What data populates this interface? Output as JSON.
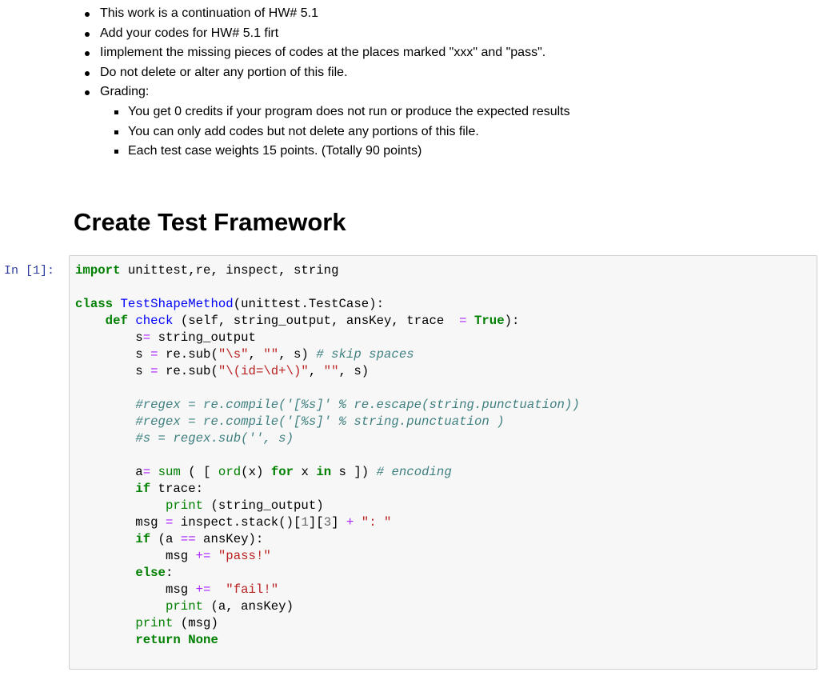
{
  "instructions": {
    "bullets": [
      "This work is a continuation of HW# 5.1",
      "Add your codes for HW# 5.1 firt",
      "Iimplement the missing pieces of codes at the places marked \"xxx\" and \"pass\".",
      "Do not delete or alter any portion of this file.",
      "Grading:"
    ],
    "grading_items": [
      "You get 0 credits if your program does not run or produce the expected results",
      "You can only add codes but not delete any portions of this file.",
      "Each test case weights 15 points. (Totally 90 points)"
    ]
  },
  "section_heading": "Create Test Framework",
  "code_cell": {
    "prompt": "In [1]:",
    "lines": [
      [
        [
          "kw",
          "import"
        ],
        [
          "t",
          " unittest,re, inspect, string"
        ]
      ],
      [],
      [
        [
          "kw",
          "class"
        ],
        [
          "t",
          " "
        ],
        [
          "cls",
          "TestShapeMethod"
        ],
        [
          "t",
          "(unittest.TestCase):"
        ]
      ],
      [
        [
          "t",
          "    "
        ],
        [
          "kw",
          "def"
        ],
        [
          "t",
          " "
        ],
        [
          "fn",
          "check"
        ],
        [
          "t",
          " (self, string_output, ansKey, trace  "
        ],
        [
          "op",
          "="
        ],
        [
          "t",
          " "
        ],
        [
          "kw",
          "True"
        ],
        [
          "t",
          "):"
        ]
      ],
      [
        [
          "t",
          "        s"
        ],
        [
          "op",
          "="
        ],
        [
          "t",
          " string_output"
        ]
      ],
      [
        [
          "t",
          "        s "
        ],
        [
          "op",
          "="
        ],
        [
          "t",
          " re.sub("
        ],
        [
          "str",
          "\"\\s\""
        ],
        [
          "t",
          ", "
        ],
        [
          "str",
          "\"\""
        ],
        [
          "t",
          ", s) "
        ],
        [
          "cm",
          "# skip spaces"
        ]
      ],
      [
        [
          "t",
          "        s "
        ],
        [
          "op",
          "="
        ],
        [
          "t",
          " re.sub("
        ],
        [
          "str",
          "\"\\(id=\\d+\\)\""
        ],
        [
          "t",
          ", "
        ],
        [
          "str",
          "\"\""
        ],
        [
          "t",
          ", s)"
        ]
      ],
      [],
      [
        [
          "t",
          "        "
        ],
        [
          "cm",
          "#regex = re.compile('[%s]' % re.escape(string.punctuation))"
        ]
      ],
      [
        [
          "t",
          "        "
        ],
        [
          "cm",
          "#regex = re.compile('[%s]' % string.punctuation )"
        ]
      ],
      [
        [
          "t",
          "        "
        ],
        [
          "cm",
          "#s = regex.sub('', s)"
        ]
      ],
      [],
      [
        [
          "t",
          "        a"
        ],
        [
          "op",
          "="
        ],
        [
          "t",
          " "
        ],
        [
          "bi",
          "sum"
        ],
        [
          "t",
          " ( [ "
        ],
        [
          "bi",
          "ord"
        ],
        [
          "t",
          "(x) "
        ],
        [
          "kw",
          "for"
        ],
        [
          "t",
          " x "
        ],
        [
          "kw",
          "in"
        ],
        [
          "t",
          " s ]) "
        ],
        [
          "cm",
          "# encoding"
        ]
      ],
      [
        [
          "t",
          "        "
        ],
        [
          "kw",
          "if"
        ],
        [
          "t",
          " trace:"
        ]
      ],
      [
        [
          "t",
          "            "
        ],
        [
          "bi",
          "print"
        ],
        [
          "t",
          " (string_output)"
        ]
      ],
      [
        [
          "t",
          "        msg "
        ],
        [
          "op",
          "="
        ],
        [
          "t",
          " inspect.stack()["
        ],
        [
          "num",
          "1"
        ],
        [
          "t",
          "]["
        ],
        [
          "num",
          "3"
        ],
        [
          "t",
          "] "
        ],
        [
          "op",
          "+"
        ],
        [
          "t",
          " "
        ],
        [
          "str",
          "\": \""
        ]
      ],
      [
        [
          "t",
          "        "
        ],
        [
          "kw",
          "if"
        ],
        [
          "t",
          " (a "
        ],
        [
          "op",
          "=="
        ],
        [
          "t",
          " ansKey):"
        ]
      ],
      [
        [
          "t",
          "            msg "
        ],
        [
          "op",
          "+="
        ],
        [
          "t",
          " "
        ],
        [
          "str",
          "\"pass!\""
        ]
      ],
      [
        [
          "t",
          "        "
        ],
        [
          "kw",
          "else"
        ],
        [
          "t",
          ":"
        ]
      ],
      [
        [
          "t",
          "            msg "
        ],
        [
          "op",
          "+="
        ],
        [
          "t",
          "  "
        ],
        [
          "str",
          "\"fail!\""
        ]
      ],
      [
        [
          "t",
          "            "
        ],
        [
          "bi",
          "print"
        ],
        [
          "t",
          " (a, ansKey)"
        ]
      ],
      [
        [
          "t",
          "        "
        ],
        [
          "bi",
          "print"
        ],
        [
          "t",
          " (msg)"
        ]
      ],
      [
        [
          "t",
          "        "
        ],
        [
          "kw",
          "return"
        ],
        [
          "t",
          " "
        ],
        [
          "kw",
          "None"
        ]
      ]
    ]
  }
}
